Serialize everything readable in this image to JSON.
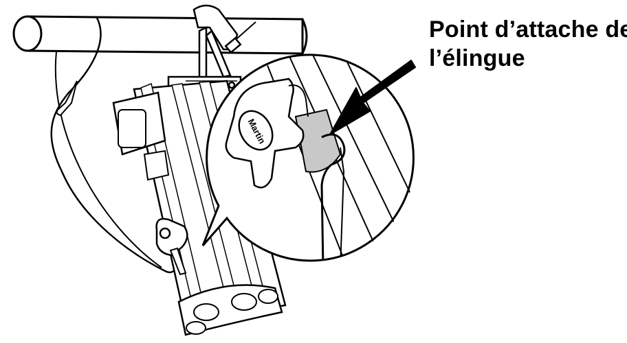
{
  "callout": {
    "line1": "Point d’attache de",
    "line2": "l’élingue"
  },
  "device_brand_mark": "Martin",
  "colors": {
    "ink": "#000000",
    "paper": "#ffffff",
    "highlight": "#c8c8c8",
    "bubble_fill": "#ffffff"
  },
  "icons": {
    "pointer": "arrow-pointer-icon"
  }
}
